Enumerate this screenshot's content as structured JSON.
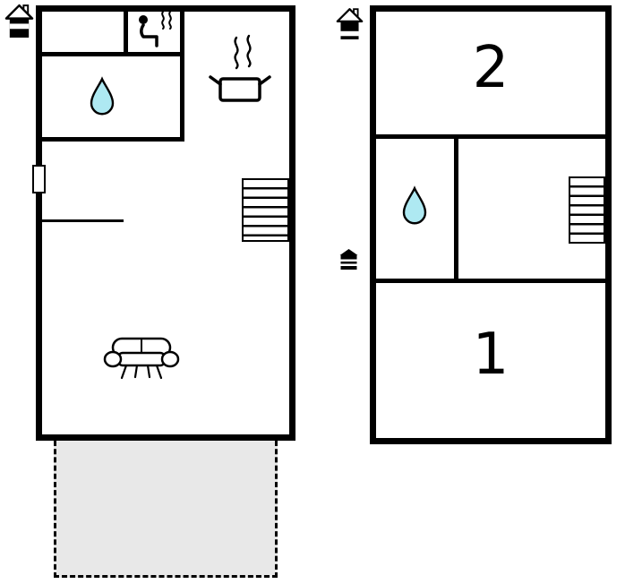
{
  "page": {
    "background": "#ffffff"
  },
  "colors": {
    "wall": "#000000",
    "water_drop": "#aee9f2",
    "terrace_fill": "#e8e8e8"
  },
  "left_floor": {
    "icons": [
      "house-icon",
      "sauna-person-icon",
      "water-drop-icon",
      "cooking-pot-icon",
      "stairs-icon",
      "door-marker",
      "sofa-icon"
    ],
    "terrace": {
      "style": "dashed-outline-gray"
    }
  },
  "right_floor": {
    "labels": {
      "room_top": "2",
      "room_bottom": "1"
    },
    "icons": [
      "house-icon",
      "water-drop-icon",
      "stairs-icon",
      "floor-indicator-icon"
    ]
  }
}
